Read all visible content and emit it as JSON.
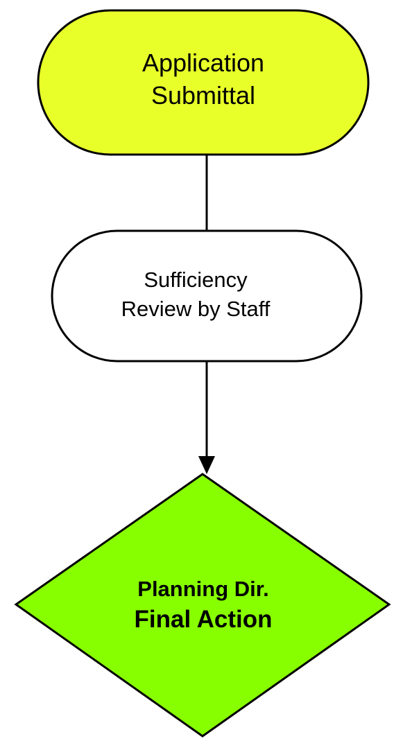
{
  "colors": {
    "start_fill": "#E8FF2A",
    "review_fill": "#FFFFFF",
    "decision_fill": "#88FF00",
    "stroke": "#000000"
  },
  "nodes": {
    "start": {
      "line1": "Application",
      "line2": "Submittal"
    },
    "review": {
      "line1": "Sufficiency",
      "line2": "Review by Staff"
    },
    "decision": {
      "line1": "Planning Dir.",
      "line2": "Final Action"
    }
  }
}
